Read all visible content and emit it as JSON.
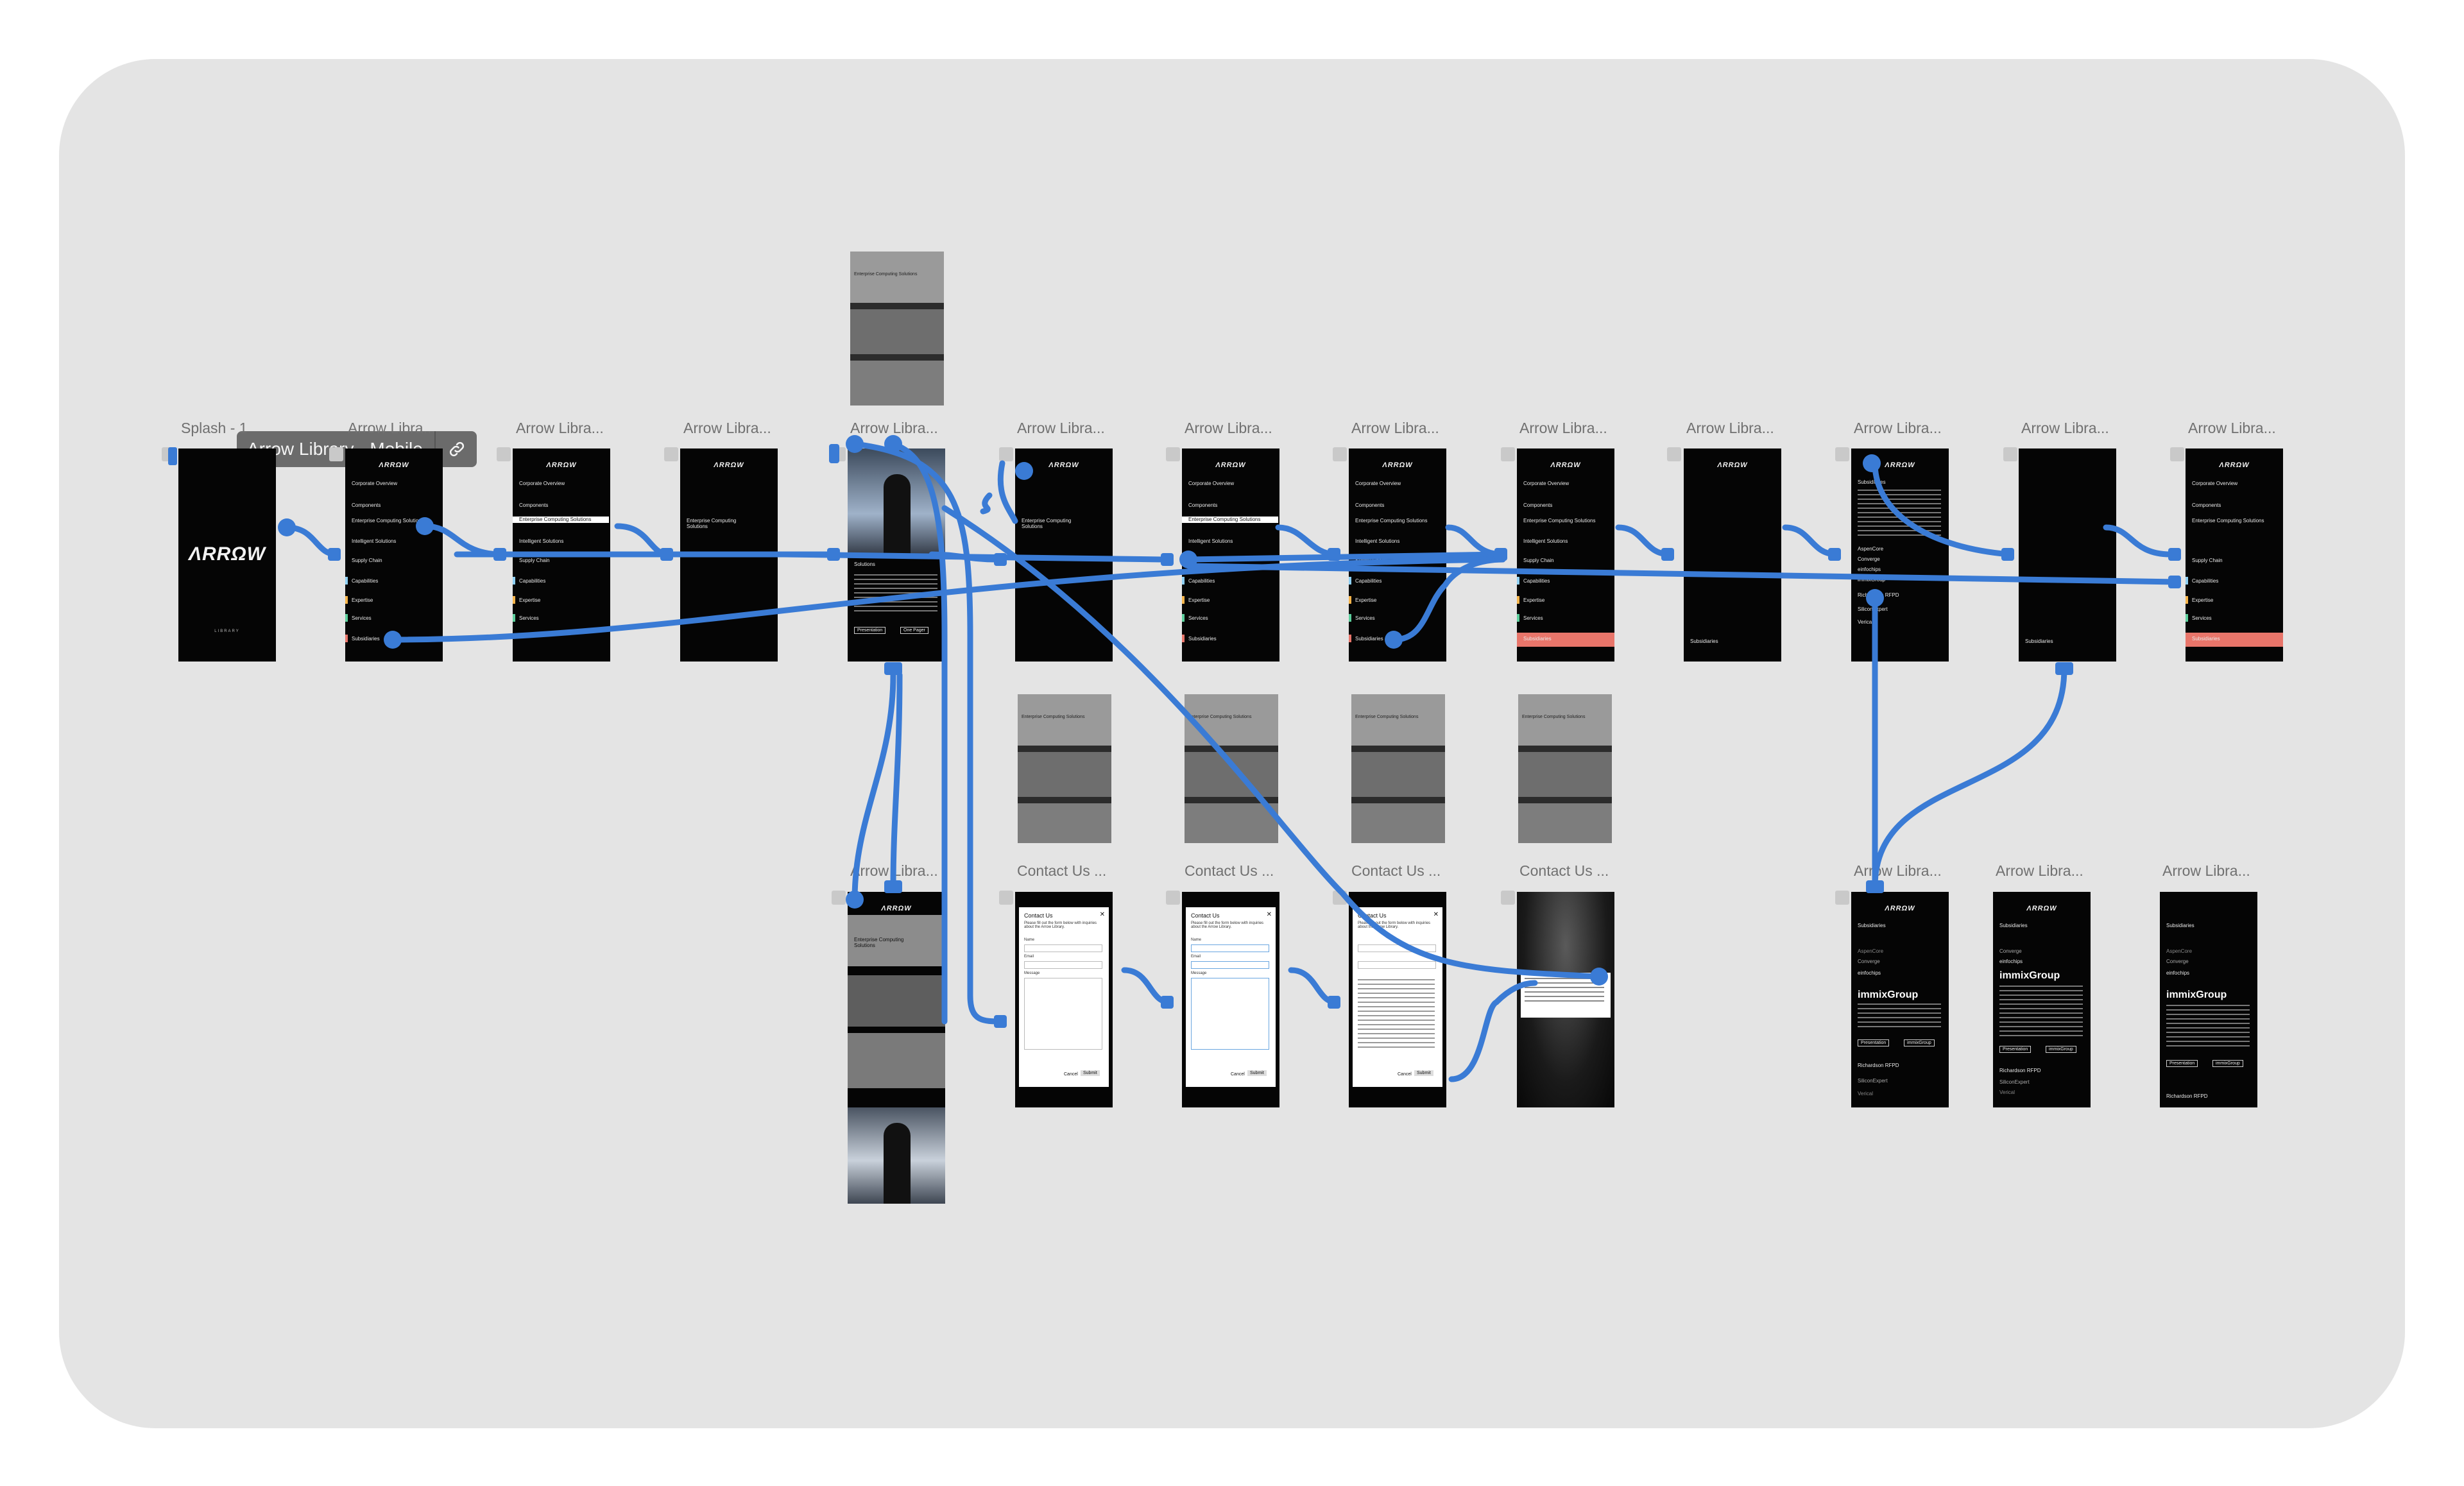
{
  "board": {
    "flow_name": "Arrow Library - Mobile",
    "link_icon": "link-icon",
    "colors": {
      "canvas": "#e4e4e4",
      "wire": "#3a7bd5",
      "frame": "#050505",
      "highlight": "#e8756a"
    }
  },
  "frames": {
    "splash": {
      "label": "Splash - 1",
      "logo": "ΛRRΩW",
      "footer": "LIBRARY"
    },
    "f2": {
      "label": "Arrow Libra..."
    },
    "f3": {
      "label": "Arrow Libra..."
    },
    "f4": {
      "label": "Arrow Libra..."
    },
    "f5": {
      "label": "Arrow Libra..."
    },
    "f6": {
      "label": "Arrow Libra..."
    },
    "f7": {
      "label": "Arrow Libra..."
    },
    "f8": {
      "label": "Arrow Libra..."
    },
    "f9": {
      "label": "Arrow Libra..."
    },
    "f10": {
      "label": "Arrow Libra..."
    },
    "f11": {
      "label": "Arrow Libra..."
    },
    "f12": {
      "label": "Arrow Libra..."
    },
    "f13": {
      "label": "Arrow Libra..."
    },
    "b1": {
      "label": "Arrow Libra..."
    },
    "c1": {
      "label": "Contact Us ..."
    },
    "c2": {
      "label": "Contact Us ..."
    },
    "c3": {
      "label": "Contact Us ..."
    },
    "c4": {
      "label": "Contact Us ..."
    },
    "s1": {
      "label": "Arrow Libra..."
    },
    "s2": {
      "label": "Arrow Libra..."
    },
    "s3": {
      "label": "Arrow Libra..."
    }
  },
  "menu": {
    "logo": "ΛRRΩW",
    "items": [
      "Corporate Overview",
      "Components",
      "Enterprise Computing Solutions",
      "Intelligent Solutions",
      "Supply Chain",
      "Capabilities",
      "Expertise",
      "Services",
      "Subsidiaries"
    ]
  },
  "screens": {
    "ecs_title": "Enterprise Computing Solutions",
    "subsidiaries": "Subsidiaries",
    "solutions": "Solutions",
    "contact_title": "Contact Us",
    "contact_intro": "Please fill out the form below with inquiries about the Arrow Library.",
    "name": "Name",
    "email": "Email",
    "message": "Message",
    "cancel": "Cancel",
    "submit": "Submit",
    "presentation": "Presentation",
    "one_pager": "One Pager",
    "subs_list": [
      "AspenCore",
      "Converge",
      "einfochips",
      "immixGroup",
      "Richardson RFPD",
      "SiliconExpert",
      "Verical"
    ],
    "immix": "immixGroup",
    "converge": "Converge",
    "einfo": "einfochips",
    "richardson": "Richardson RFPD",
    "silicon": "SiliconExpert",
    "verical": "Verical"
  }
}
